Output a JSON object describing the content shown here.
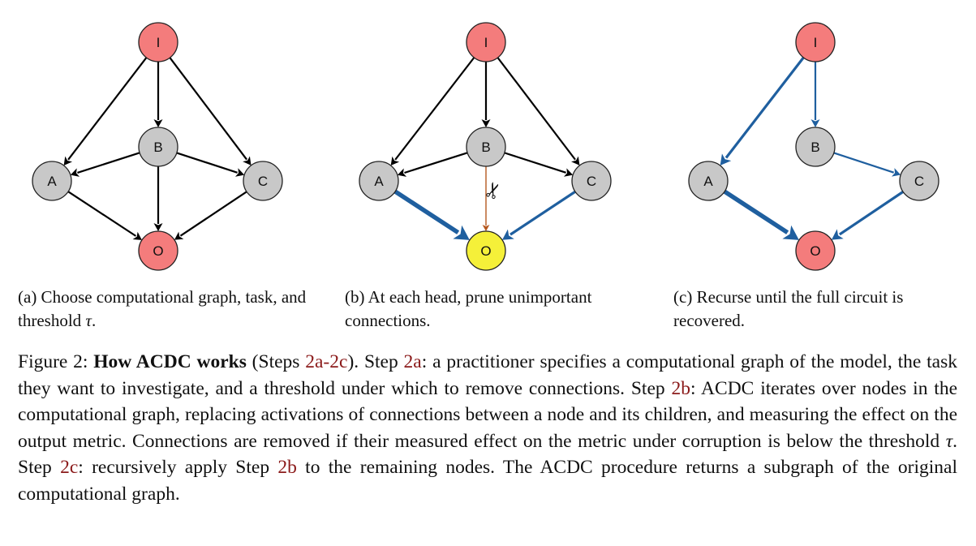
{
  "colors": {
    "io_node": "#f47c7c",
    "hidden_node": "#c8c8c8",
    "highlight_node": "#f5f039",
    "edge": "#000000",
    "kept_edge": "#1f5f9f",
    "pruned_edge": "#b5571e",
    "reference": "#8b1a1a"
  },
  "panels": [
    {
      "id": "a",
      "nodes": [
        {
          "id": "I",
          "label": "I",
          "kind": "io"
        },
        {
          "id": "B",
          "label": "B",
          "kind": "hidden"
        },
        {
          "id": "A",
          "label": "A",
          "kind": "hidden"
        },
        {
          "id": "C",
          "label": "C",
          "kind": "hidden"
        },
        {
          "id": "O",
          "label": "O",
          "kind": "io"
        }
      ],
      "edges": [
        {
          "from": "I",
          "to": "A",
          "style": "normal"
        },
        {
          "from": "I",
          "to": "B",
          "style": "normal"
        },
        {
          "from": "I",
          "to": "C",
          "style": "normal"
        },
        {
          "from": "B",
          "to": "A",
          "style": "normal"
        },
        {
          "from": "B",
          "to": "C",
          "style": "normal"
        },
        {
          "from": "B",
          "to": "O",
          "style": "normal"
        },
        {
          "from": "A",
          "to": "O",
          "style": "normal"
        },
        {
          "from": "C",
          "to": "O",
          "style": "normal"
        }
      ]
    },
    {
      "id": "b",
      "nodes": [
        {
          "id": "I",
          "label": "I",
          "kind": "io"
        },
        {
          "id": "B",
          "label": "B",
          "kind": "hidden"
        },
        {
          "id": "A",
          "label": "A",
          "kind": "hidden"
        },
        {
          "id": "C",
          "label": "C",
          "kind": "hidden"
        },
        {
          "id": "O",
          "label": "O",
          "kind": "highlight"
        }
      ],
      "edges": [
        {
          "from": "I",
          "to": "A",
          "style": "normal"
        },
        {
          "from": "I",
          "to": "B",
          "style": "normal"
        },
        {
          "from": "I",
          "to": "C",
          "style": "normal"
        },
        {
          "from": "B",
          "to": "A",
          "style": "normal"
        },
        {
          "from": "B",
          "to": "C",
          "style": "normal"
        },
        {
          "from": "B",
          "to": "O",
          "style": "pruned"
        },
        {
          "from": "A",
          "to": "O",
          "style": "kept-thick"
        },
        {
          "from": "C",
          "to": "O",
          "style": "kept"
        }
      ],
      "scissors": "✂"
    },
    {
      "id": "c",
      "nodes": [
        {
          "id": "I",
          "label": "I",
          "kind": "io"
        },
        {
          "id": "B",
          "label": "B",
          "kind": "hidden"
        },
        {
          "id": "A",
          "label": "A",
          "kind": "hidden"
        },
        {
          "id": "C",
          "label": "C",
          "kind": "hidden"
        },
        {
          "id": "O",
          "label": "O",
          "kind": "io"
        }
      ],
      "edges": [
        {
          "from": "I",
          "to": "A",
          "style": "kept"
        },
        {
          "from": "I",
          "to": "B",
          "style": "kept-thin"
        },
        {
          "from": "B",
          "to": "C",
          "style": "kept-thin"
        },
        {
          "from": "A",
          "to": "O",
          "style": "kept-thick"
        },
        {
          "from": "C",
          "to": "O",
          "style": "kept"
        }
      ]
    }
  ],
  "subcaptions": {
    "a": {
      "text": "(a) Choose computational graph, task, and threshold ",
      "tau": "τ",
      "end": "."
    },
    "b": {
      "text": "(b) At each head, prune unimpor­tant connections."
    },
    "c": {
      "text": "(c) Recurse until the full circuit is recovered."
    }
  },
  "caption": {
    "prefix": "Figure 2: ",
    "bold": "How ACDC works",
    "s1": " (Steps ",
    "ref_2a_2c": "2a-2c",
    "s2": "). Step ",
    "ref_2a": "2a",
    "s3": ": a practitioner specifies a computational graph of the model, the task they want to investigate, and a threshold under which to remove connections. Step ",
    "ref_2b": "2b",
    "s4": ": ACDC iterates over nodes in the computational graph, replacing activations of connections between a node and its children, and measuring the effect on the output metric. Connections are removed if their measured effect on the metric under corruption is below the threshold ",
    "tau": "τ",
    "s5": ". Step ",
    "ref_2c": "2c",
    "s6": ": recursively apply Step ",
    "ref_2b_again": "2b",
    "s7": " to the remaining nodes. The ACDC procedure returns a subgraph of the original computational graph."
  }
}
